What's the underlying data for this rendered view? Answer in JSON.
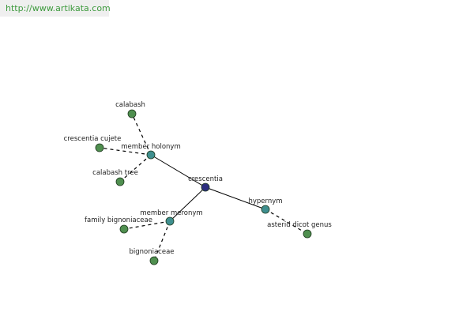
{
  "site_url": "http://www.artikata.com",
  "colors": {
    "leaf": "#4f8f4f",
    "relation": "#3f8f8f",
    "center": "#2d2f7f"
  },
  "graph": {
    "center": {
      "id": "crescentia",
      "label": "crescentia",
      "kind": "center"
    },
    "relations": [
      {
        "id": "member-holonym",
        "label": "member holonym",
        "kind": "relation",
        "children": [
          {
            "id": "calabash",
            "label": "calabash",
            "kind": "leaf"
          },
          {
            "id": "crescentia-cujete",
            "label": "crescentia cujete",
            "kind": "leaf"
          },
          {
            "id": "calabash-tree",
            "label": "calabash tree",
            "kind": "leaf"
          }
        ]
      },
      {
        "id": "member-meronym",
        "label": "member meronym",
        "kind": "relation",
        "children": [
          {
            "id": "family-bignoniaceae",
            "label": "family bignoniaceae",
            "kind": "leaf"
          },
          {
            "id": "bignoniaceae",
            "label": "bignoniaceae",
            "kind": "leaf"
          }
        ]
      },
      {
        "id": "hypernym",
        "label": "hypernym",
        "kind": "relation",
        "children": [
          {
            "id": "asterid-dicot-genus",
            "label": "asterid dicot genus",
            "kind": "leaf"
          }
        ]
      }
    ]
  }
}
